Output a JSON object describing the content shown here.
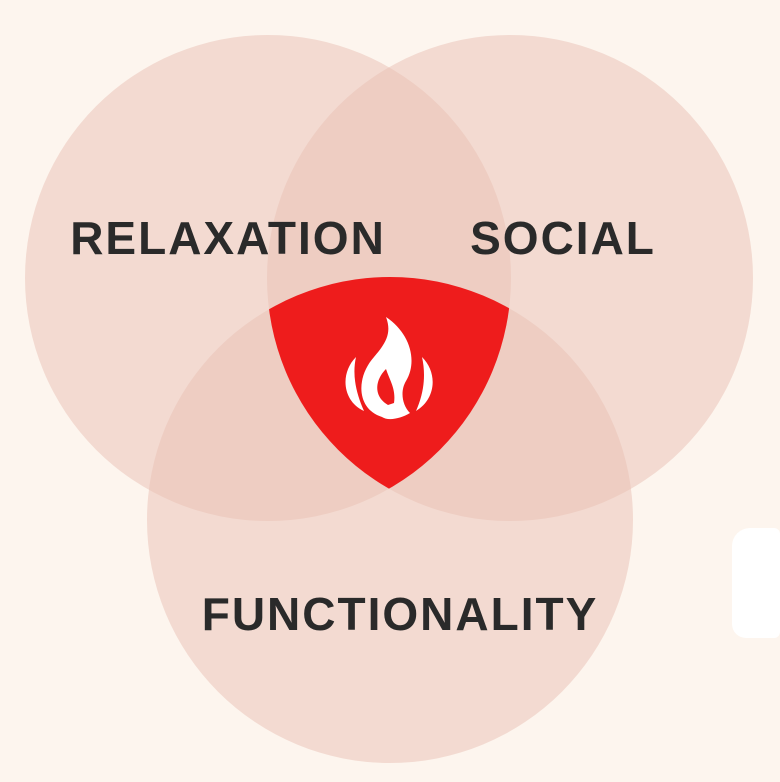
{
  "diagram": {
    "type": "venn",
    "sets": [
      {
        "id": "relaxation",
        "label": "RELAXATION"
      },
      {
        "id": "social",
        "label": "SOCIAL"
      },
      {
        "id": "functionality",
        "label": "FUNCTIONALITY"
      }
    ],
    "center_icon": "flame-icon"
  },
  "colors": {
    "background": "#fdf5ee",
    "circle": "#e9bfb4",
    "center": "#ee1c1c",
    "icon": "#ffffff",
    "label_text": "#2a2a2a"
  }
}
